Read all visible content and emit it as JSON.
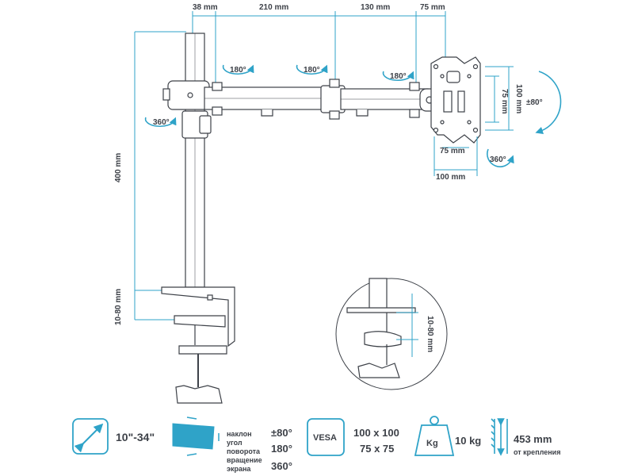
{
  "colors": {
    "accent": "#2fa3c8",
    "line": "#3d4148",
    "fill_light": "#f2f2f2"
  },
  "dimensions": {
    "top_38": "38 mm",
    "top_210": "210 mm",
    "top_130": "130 mm",
    "top_75": "75 mm",
    "pole_height": "400 mm",
    "clamp_range": "10-80 mm",
    "vesa_w_75": "75 mm",
    "vesa_w_100": "100 mm",
    "vesa_h_75": "75 mm",
    "vesa_h_100": "100 mm",
    "detail_clamp": "10-80 mm"
  },
  "rotations": {
    "joint1": "180°",
    "joint2": "180°",
    "joint3": "180°",
    "pole": "360°",
    "plate": "360°",
    "tilt": "±80°"
  },
  "specs": {
    "screen_size": "10\"-34\"",
    "labels": [
      "наклон",
      "угол",
      "поворота",
      "вращение",
      "экрана"
    ],
    "tilt_value": "±80°",
    "swivel_value": "180°",
    "rotation_value": "360°",
    "vesa_badge": "VESA",
    "vesa_value_1": "100 x 100",
    "vesa_value_2": "75 x 75",
    "weight_badge": "Kg",
    "weight_value": "10 kg",
    "reach_value": "453 mm",
    "reach_label": "от крепления"
  },
  "icons": [
    "diagonal-arrow-icon",
    "tilt-screen-icon",
    "vesa-icon",
    "weight-icon",
    "reach-icon"
  ]
}
